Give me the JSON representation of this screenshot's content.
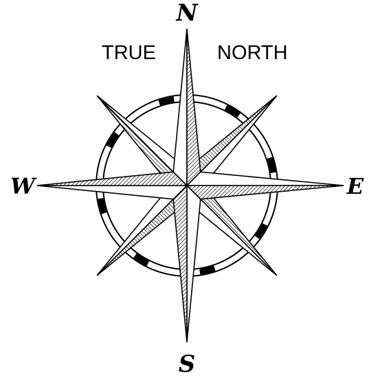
{
  "title_left": "TRUE",
  "title_right": "NORTH",
  "cardinals": {
    "north": "N",
    "south": "S",
    "east": "E",
    "west": "W"
  },
  "colors": {
    "ink": "#000000",
    "paper": "#ffffff"
  }
}
